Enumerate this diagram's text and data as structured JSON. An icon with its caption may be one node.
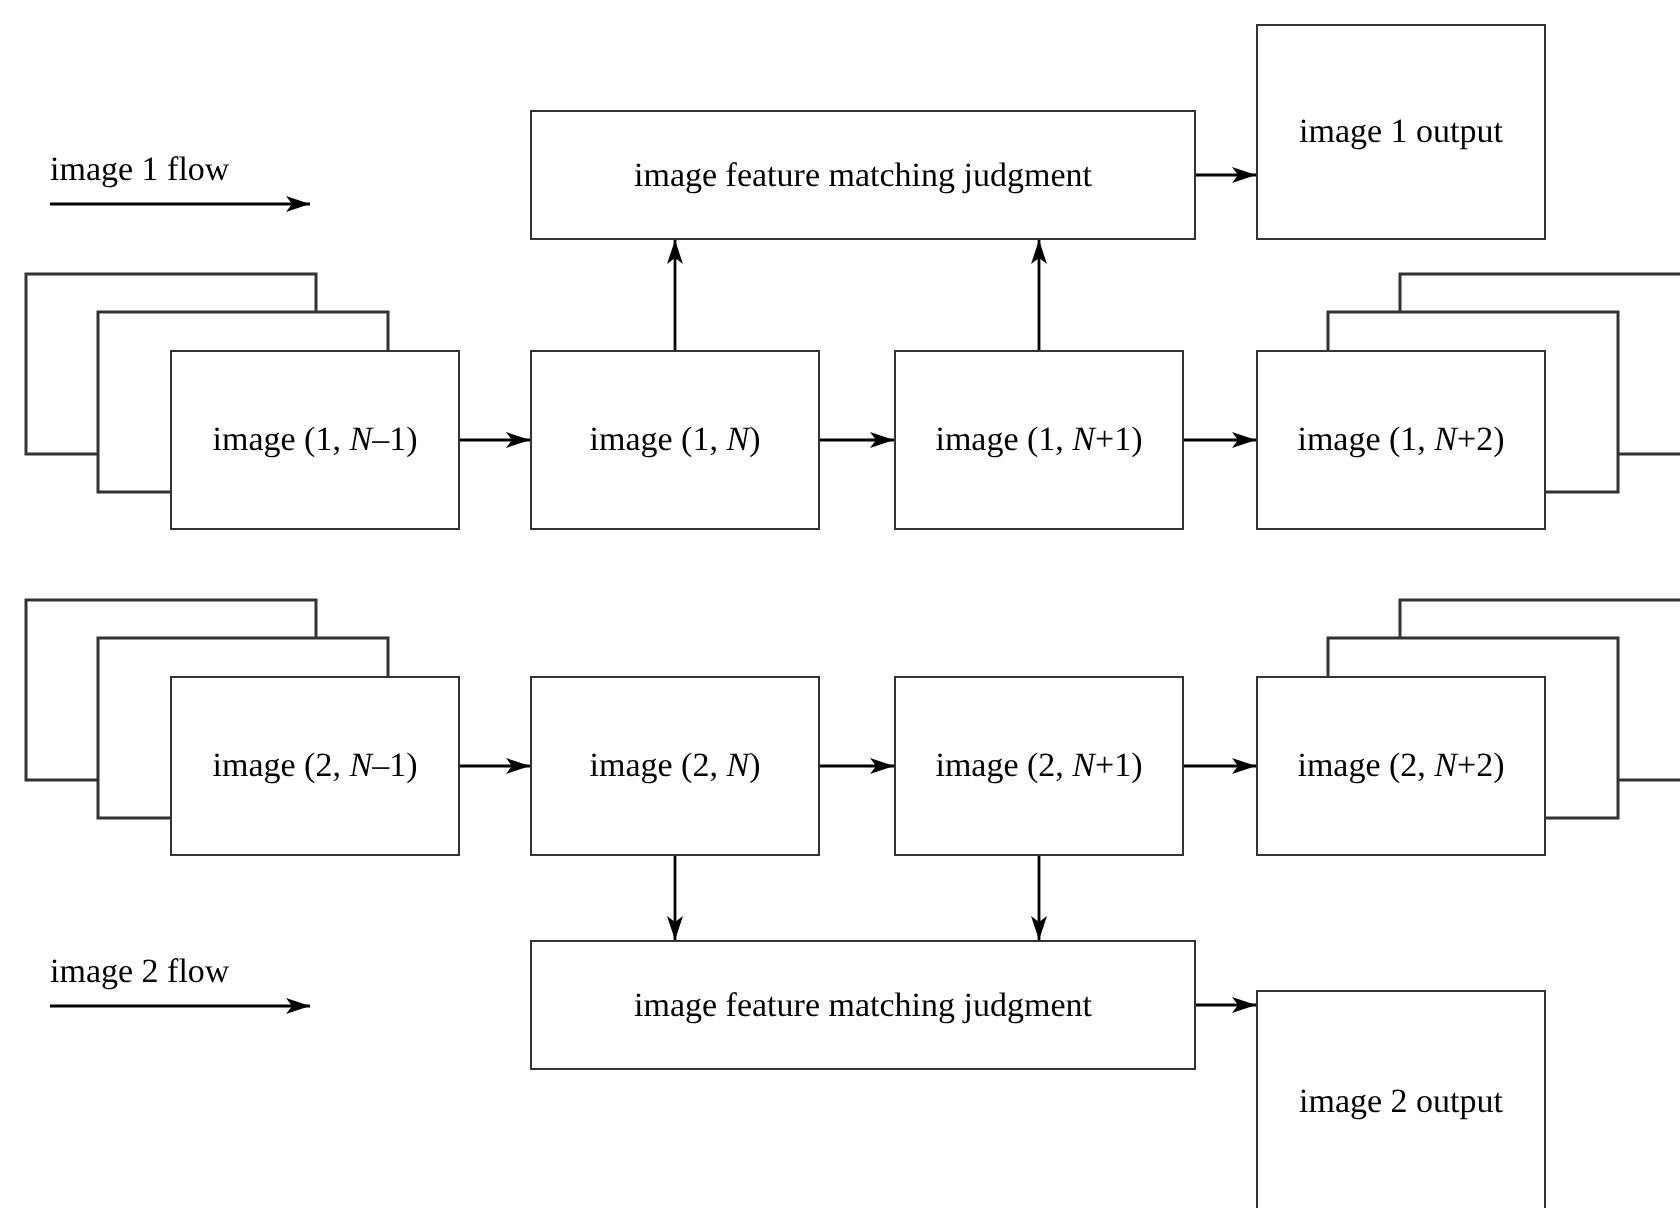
{
  "diagram": {
    "nodes": [
      {
        "text": [
          "image feature matching judgment"
        ]
      },
      {
        "text": [
          "image 1 output"
        ]
      },
      {
        "text": [
          "image (1, *N*–1)"
        ]
      },
      {
        "text": [
          "image (1, *N*)"
        ]
      },
      {
        "text": [
          "image (1, *N*+1)"
        ]
      },
      {
        "text": [
          "image (1, *N*+2)"
        ]
      },
      {
        "text": [
          "image (2, *N*–1)"
        ]
      },
      {
        "text": [
          "image (2, *N*)"
        ]
      },
      {
        "text": [
          "image (2, *N*+1)"
        ]
      },
      {
        "text": [
          "image (2, *N*+2)"
        ]
      },
      {
        "text": [
          "image feature matching judgment"
        ]
      },
      {
        "text": [
          "image 2 output"
        ]
      }
    ],
    "edges": [
      {
        "from": 2,
        "to": 3,
        "arrow": "to"
      },
      {
        "from": 3,
        "to": 4,
        "arrow": "to"
      },
      {
        "from": 4,
        "to": 5,
        "arrow": "to"
      },
      {
        "from": 3,
        "to": 0,
        "arrow": "to"
      },
      {
        "from": 4,
        "to": 0,
        "arrow": "to"
      },
      {
        "from": 0,
        "to": 1,
        "arrow": "to"
      },
      {
        "from": 6,
        "to": 7,
        "arrow": "to"
      },
      {
        "from": 7,
        "to": 8,
        "arrow": "to"
      },
      {
        "from": 8,
        "to": 9,
        "arrow": "to"
      },
      {
        "from": 7,
        "to": 10,
        "arrow": "to"
      },
      {
        "from": 8,
        "to": 10,
        "arrow": "to"
      },
      {
        "from": 10,
        "to": 11,
        "arrow": "to"
      }
    ],
    "labels": [
      "image 1 flow",
      "image 2 flow"
    ]
  }
}
